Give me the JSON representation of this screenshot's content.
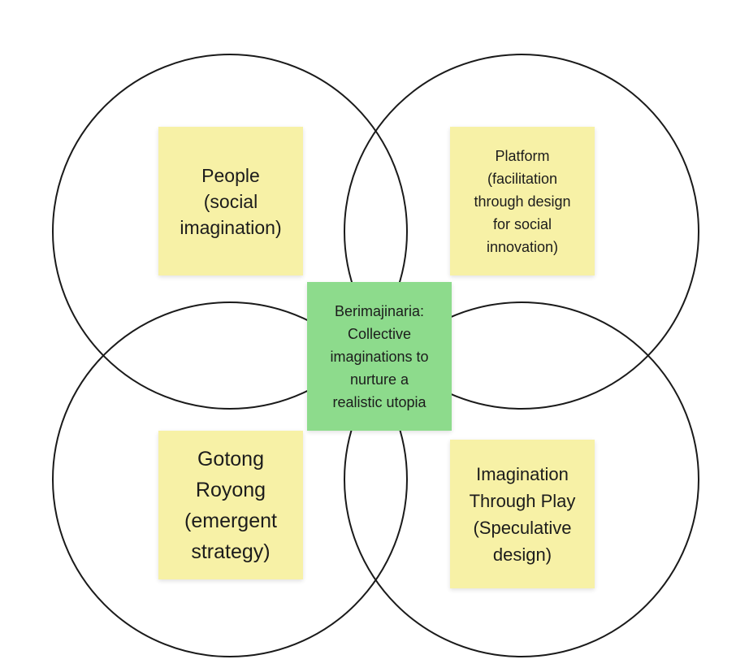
{
  "diagram": {
    "circle_stroke": "#1a1a1a",
    "sticky_yellow": "#f7f1a6",
    "sticky_green": "#8ddb8c",
    "notes": {
      "people": "People\n(social\nimagination)",
      "platform": "Platform\n(facilitation\nthrough design\nfor social\ninnovation)",
      "center": "Berimajinaria:\nCollective\nimaginations to\nnurture a\nrealistic utopia",
      "gotong_royong": "Gotong\nRoyong\n(emergent\nstrategy)",
      "imagination_play": "Imagination\nThrough Play\n(Speculative\ndesign)"
    }
  }
}
